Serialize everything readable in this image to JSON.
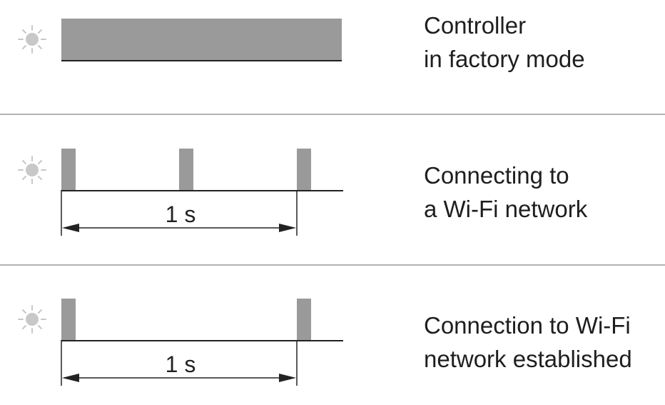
{
  "rows": [
    {
      "icon": "led-light-icon",
      "signal": "steady",
      "pulses_per_second": null,
      "text_line1": "Controller",
      "text_line2": "in factory mode"
    },
    {
      "icon": "led-light-icon",
      "signal": "pulses",
      "pulses_per_second": 2,
      "period_label": "1 s",
      "text_line1": "Connecting to",
      "text_line2": "a Wi-Fi network"
    },
    {
      "icon": "led-light-icon",
      "signal": "pulses",
      "pulses_per_second": 1,
      "period_label": "1 s",
      "text_line1": "Connection to Wi-Fi",
      "text_line2": "network established"
    }
  ],
  "colors": {
    "signal": "#9a9a9a",
    "line": "#222222",
    "divider": "#b3b3b3",
    "icon": "#c8c8c8"
  }
}
